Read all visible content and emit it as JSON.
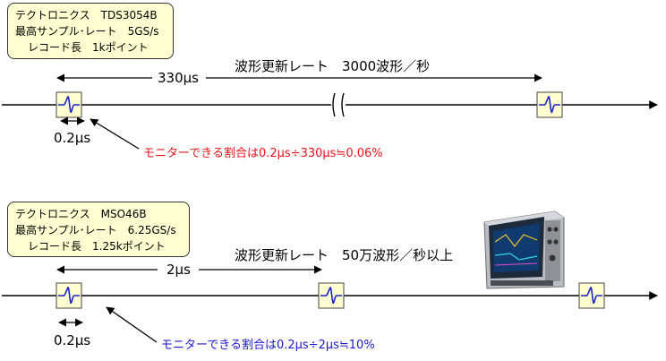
{
  "top": {
    "info": [
      "テクトロニクス　TDS3054B",
      "最高サンプル･レート　5GS/s",
      "レコード長　1kポイント"
    ],
    "interval": "330μs",
    "rate": "波形更新レート　3000波形／秒",
    "width": "0.2μs",
    "note": "モニターできる割合は0.2μs÷330μs≒0.06%",
    "note_color": "#e8161b"
  },
  "bottom": {
    "info": [
      "テクトロニクス　MSO46B",
      "最高サンプル･レート　6.25GS/s",
      "レコード長　1.25kポイント"
    ],
    "interval": "2μs",
    "rate": "波形更新レート　50万波形／秒以上",
    "width": "0.2μs",
    "note": "モニターできる割合は0.2μs÷2μs≒10%",
    "note_color": "#1a1ad0"
  },
  "colors": {
    "box_fill": "#ffffd2",
    "waveform": "#1a22c8"
  }
}
